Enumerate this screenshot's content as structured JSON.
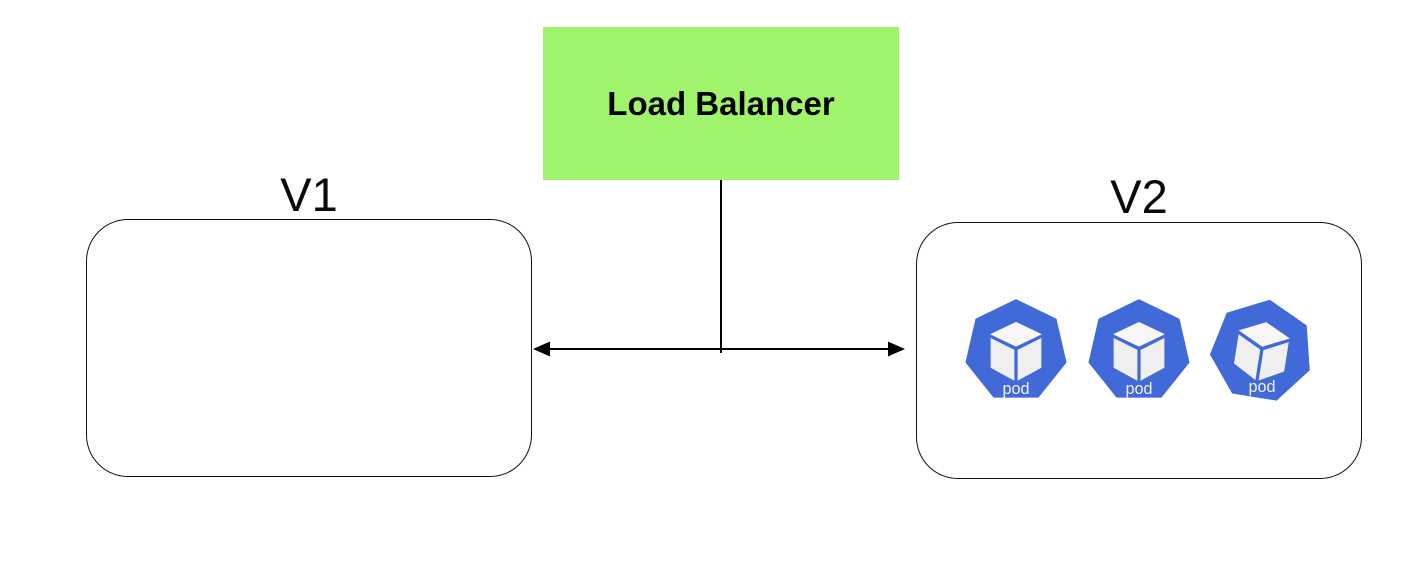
{
  "load_balancer": {
    "label": "Load Balancer"
  },
  "v1": {
    "label": "V1"
  },
  "v2": {
    "label": "V2",
    "pods": [
      {
        "label": "pod"
      },
      {
        "label": "pod"
      },
      {
        "label": "pod"
      }
    ]
  },
  "colors": {
    "load_balancer_bg": "#A0F46C",
    "pod_blue": "#4169D8",
    "cube_face_top": "#F7F7F7",
    "cube_face_side": "#EFEFEF",
    "connector_line": "#000000",
    "box_border": "#111111"
  }
}
